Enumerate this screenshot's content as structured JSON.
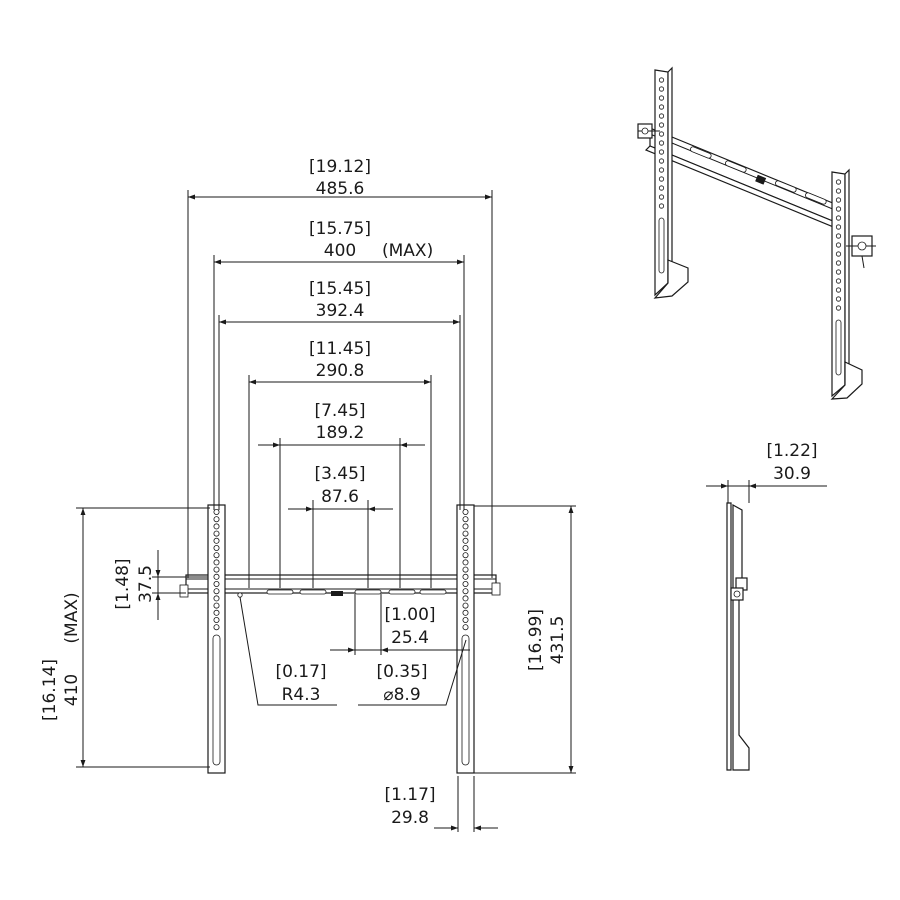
{
  "dimensions": {
    "overall_width": {
      "inch": "[19.12]",
      "mm": "485.6"
    },
    "max_vesa_width": {
      "inch": "[15.75]",
      "mm": "400",
      "note": "(MAX)"
    },
    "upright_spacing": {
      "inch": "[15.45]",
      "mm": "392.4"
    },
    "slot_span_outer": {
      "inch": "[11.45]",
      "mm": "290.8"
    },
    "slot_span_mid": {
      "inch": "[7.45]",
      "mm": "189.2"
    },
    "slot_span_inner": {
      "inch": "[3.45]",
      "mm": "87.6"
    },
    "rail_height": {
      "inch": "[1.48]",
      "mm": "37.5"
    },
    "max_vesa_height": {
      "inch": "[16.14]",
      "mm": "410",
      "note": "(MAX)"
    },
    "overall_height": {
      "inch": "[16.99]",
      "mm": "431.5"
    },
    "slot_length": {
      "inch": "[1.00]",
      "mm": "25.4"
    },
    "corner_radius": {
      "inch": "[0.17]",
      "mm": "R4.3"
    },
    "hole_diameter": {
      "inch": "[0.35]",
      "mm": "⌀8.9"
    },
    "upright_width": {
      "inch": "[1.17]",
      "mm": "29.8"
    },
    "wall_depth": {
      "inch": "[1.22]",
      "mm": "30.9"
    }
  },
  "colors": {
    "line": "#1a1a1a",
    "background": "#ffffff"
  }
}
